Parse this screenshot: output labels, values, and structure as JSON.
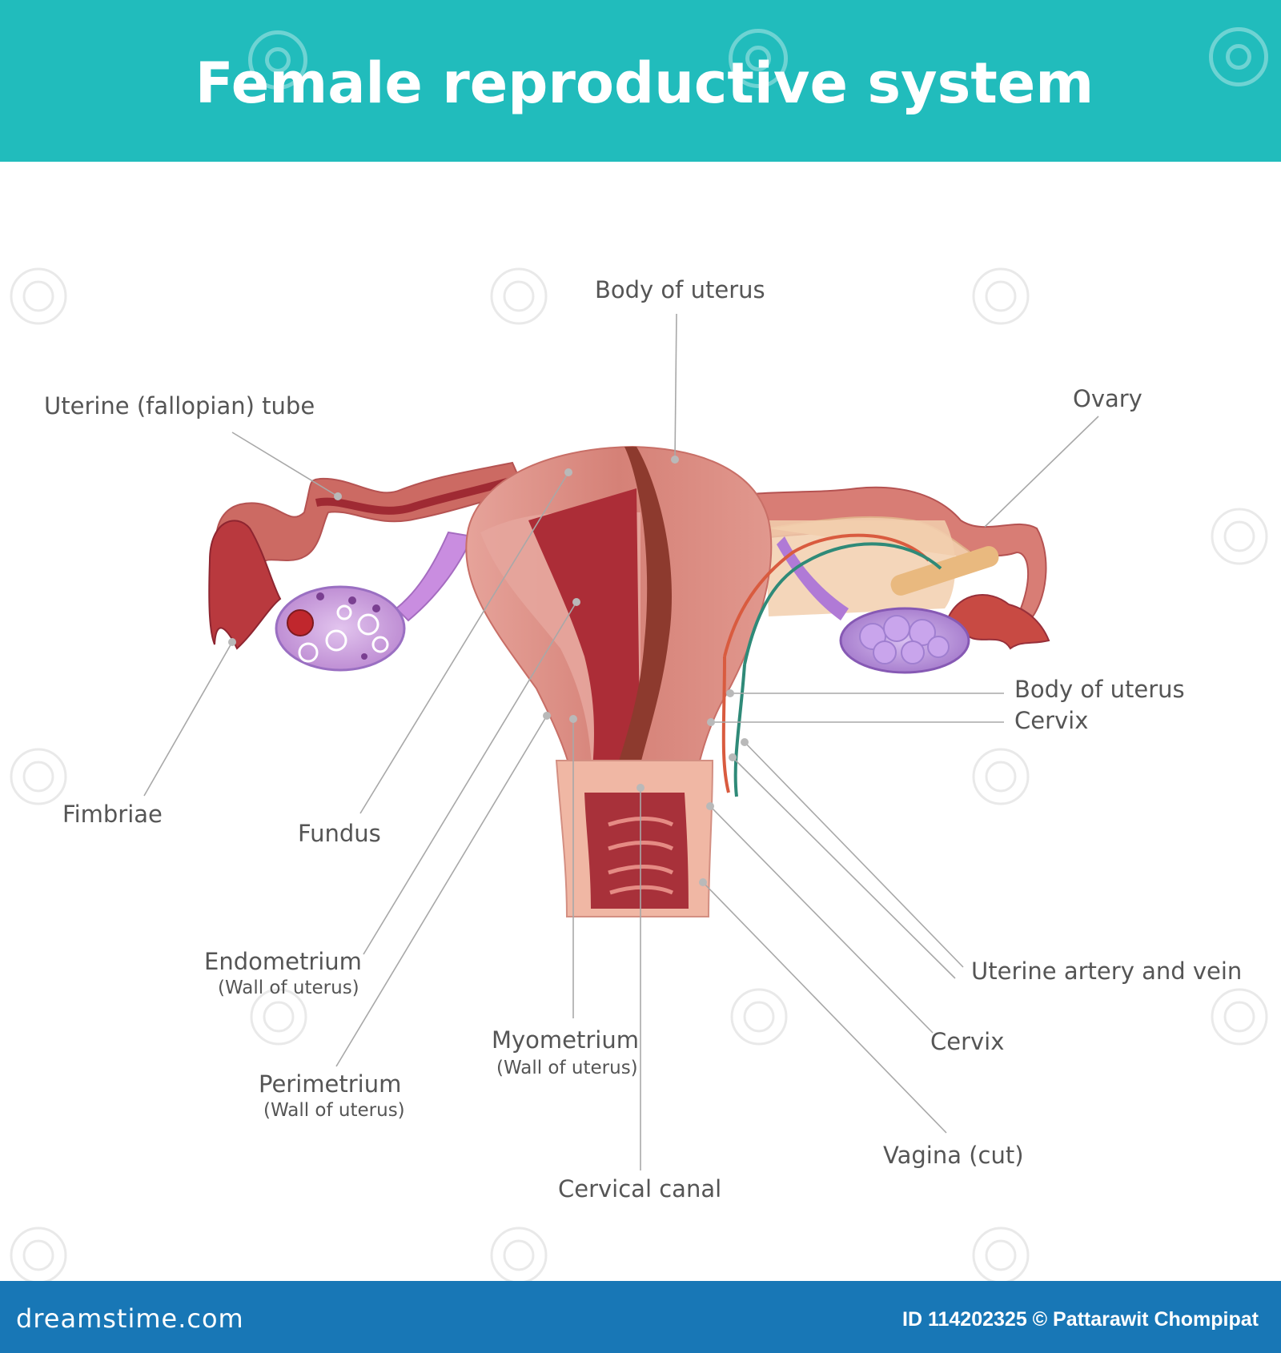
{
  "header": {
    "title": "Female reproductive system",
    "background_color": "#21bcbc"
  },
  "labels": {
    "body_of_uterus_top": "Body of uterus",
    "uterine_tube": "Uterine (fallopian) tube",
    "ovary": "Ovary",
    "body_of_uterus_right": "Body of uterus",
    "cervix_right": "Cervix",
    "fimbriae": "Fimbriae",
    "fundus": "Fundus",
    "endometrium": "Endometrium",
    "endometrium_sub": "(Wall of uterus)",
    "myometrium": "Myometrium",
    "myometrium_sub": "(Wall of uterus)",
    "perimetrium": "Perimetrium",
    "perimetrium_sub": "(Wall of uterus)",
    "uterine_artery_vein": "Uterine artery and vein",
    "cervix_lower": "Cervix",
    "vagina": "Vagina (cut)",
    "cervical_canal": "Cervical canal"
  },
  "footer": {
    "brand": "dreamstime.com",
    "credit": "ID 114202325 © Pattarawit Chompipat",
    "background_color": "#1877b6"
  },
  "colors": {
    "tissue_outer": "#d98b83",
    "tissue_dark": "#a8313a",
    "tissue_light": "#eba99f",
    "ovary_purple": "#c89ad9",
    "artery": "#d95b3f",
    "vein": "#2f8a78"
  },
  "icons": [
    "watermark-swirl-icon"
  ]
}
